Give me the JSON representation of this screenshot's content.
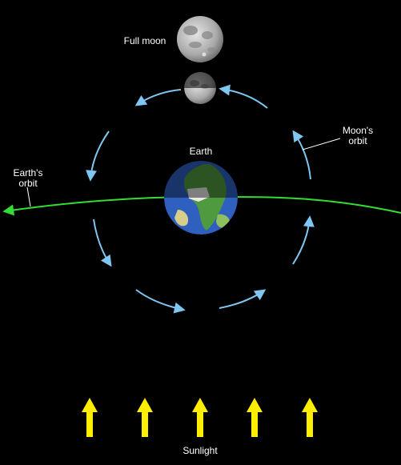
{
  "labels": {
    "full_moon": "Full moon",
    "earth": "Earth",
    "moons_orbit_line1": "Moon's",
    "moons_orbit_line2": "orbit",
    "earths_orbit_line1": "Earth's",
    "earths_orbit_line2": "orbit",
    "sunlight": "Sunlight"
  },
  "colors": {
    "background": "#000000",
    "earth_orbit": "#33dd33",
    "moon_orbit": "#7fc6f0",
    "sunlight_arrows": "#ffee00",
    "ocean": "#2f5fbf",
    "land": "#4f9a3f",
    "label_text": "#ffffff"
  },
  "icons": {
    "full_moon": "moon-full-icon",
    "moon_phase": "moon-phase-icon",
    "earth": "earth-globe-icon",
    "sunlight": "up-arrow-icon"
  }
}
